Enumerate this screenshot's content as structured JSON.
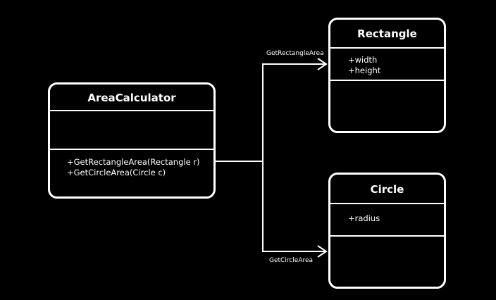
{
  "diagram": {
    "classes": {
      "area_calculator": {
        "name": "AreaCalculator",
        "attributes": [],
        "operations": [
          "+GetRectangleArea(Rectangle r)",
          "+GetCircleArea(Circle c)"
        ]
      },
      "rectangle": {
        "name": "Rectangle",
        "attributes": [
          "+width",
          "+height"
        ],
        "operations": []
      },
      "circle": {
        "name": "Circle",
        "attributes": [
          "+radius"
        ],
        "operations": []
      }
    },
    "edges": [
      {
        "from": "AreaCalculator",
        "to": "Rectangle",
        "label": "GetRectangleArea"
      },
      {
        "from": "AreaCalculator",
        "to": "Circle",
        "label": "GetCircleArea"
      }
    ],
    "colors": {
      "background": "#000000",
      "foreground": "#ffffff"
    }
  }
}
